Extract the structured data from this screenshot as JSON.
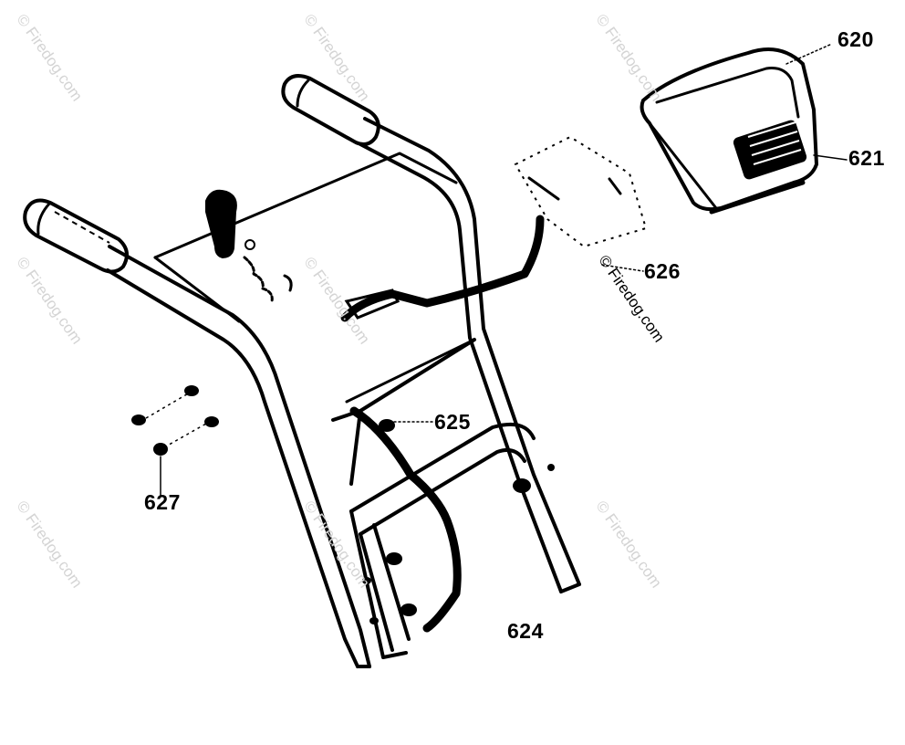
{
  "parts": {
    "p620": "620",
    "p621": "621",
    "p626": "626",
    "p625": "625",
    "p627": "627",
    "p624": "624"
  },
  "watermark": {
    "text": "© Firedog.com",
    "overlay_text": "© Firedog.com",
    "color": "#d4d4d4"
  }
}
